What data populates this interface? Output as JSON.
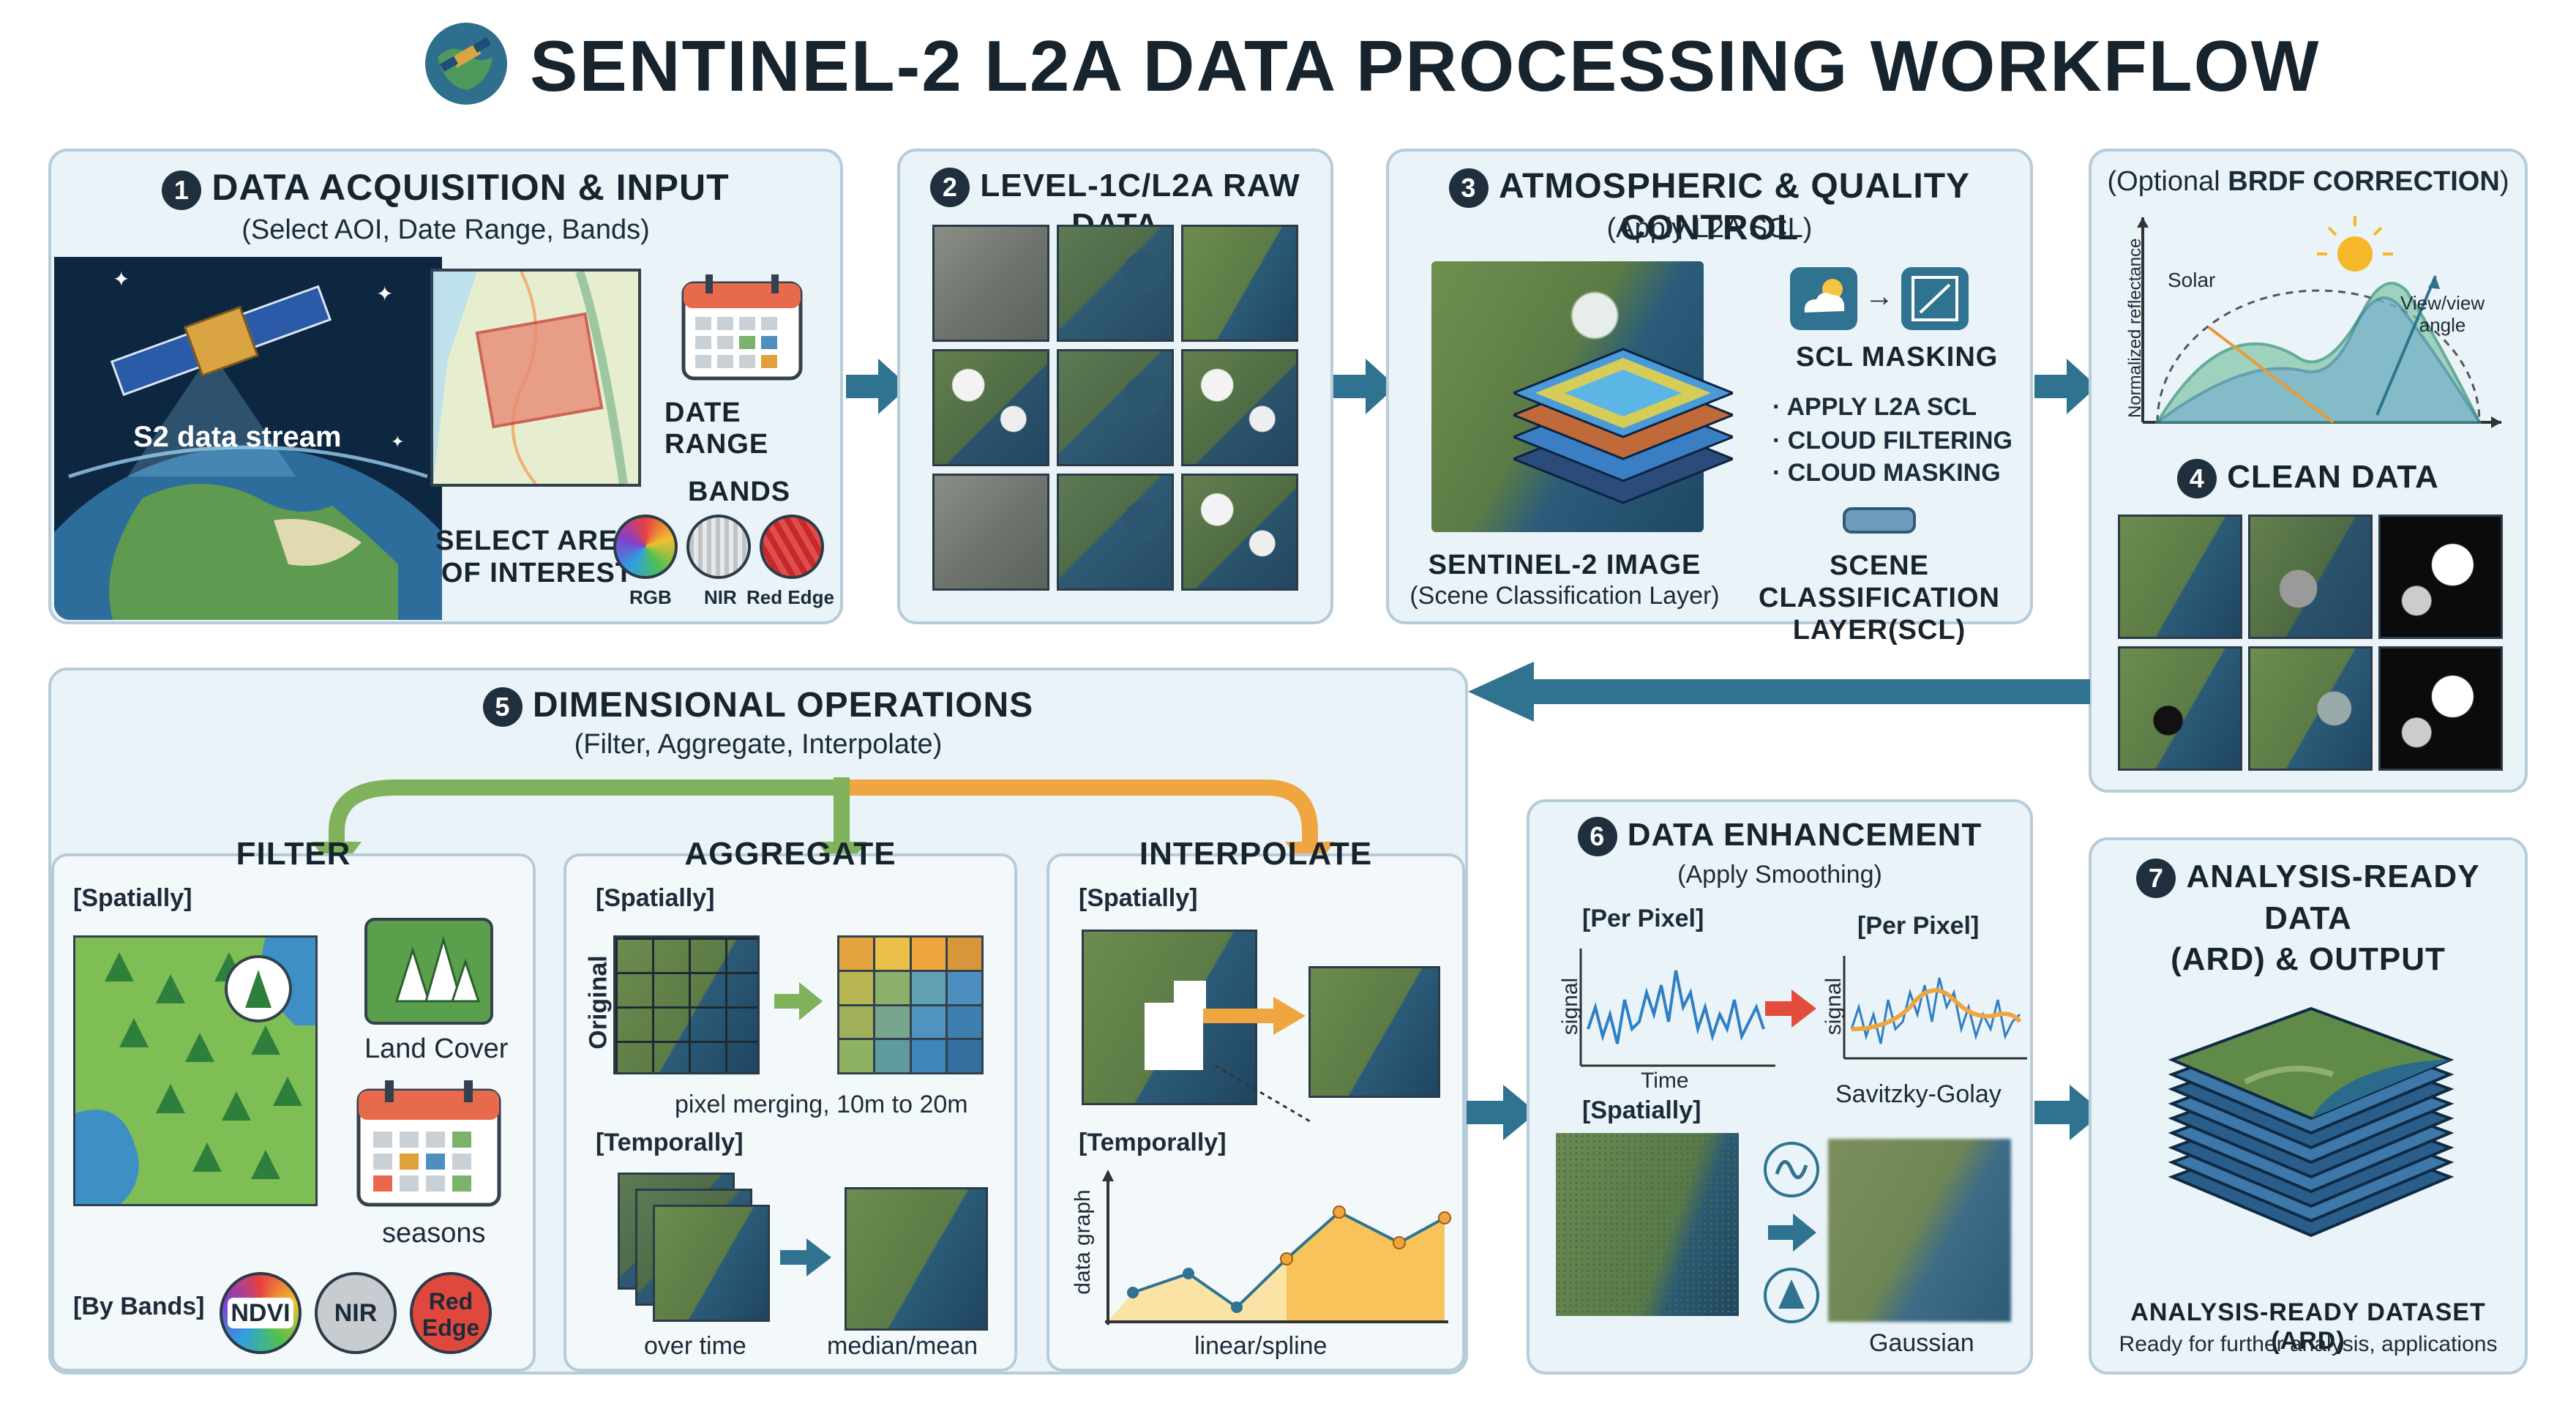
{
  "title": "SENTINEL-2 L2A DATA PROCESSING WORKFLOW",
  "step1": {
    "num": "1",
    "title": "DATA ACQUISITION & INPUT",
    "subtitle": "(Select AOI, Date Range, Bands)",
    "stream_label": "S2 data stream",
    "date_label": "DATE RANGE",
    "bands_label": "BANDS",
    "aoi_label_1": "SELECT AREA",
    "aoi_label_2": "OF INTEREST",
    "band_rgb": "RGB",
    "band_nir": "NIR",
    "band_re": "Red Edge"
  },
  "step2": {
    "num": "2",
    "title": "LEVEL-1C/L2A RAW DATA"
  },
  "step3": {
    "num": "3",
    "title": "ATMOSPHERIC & QUALITY CONTROL",
    "subtitle": "(Apply L2A SCL)",
    "masking_label": "SCL MASKING",
    "bullets": [
      "· APPLY L2A SCL",
      "· CLOUD FILTERING",
      "· CLOUD MASKING"
    ],
    "image_label": "SENTINEL-2 IMAGE",
    "image_sublabel": "(Scene Classification Layer)",
    "scl_label_1": "SCENE CLASSIFICATION",
    "scl_label_2": "LAYER(SCL)"
  },
  "brdf": {
    "title_prefix": "(Optional ",
    "title_bold": "BRDF CORRECTION",
    "title_suffix": ")",
    "ylabel": "Normalized reflectance",
    "solar": "Solar",
    "view_1": "View/view",
    "view_2": "angle"
  },
  "step4": {
    "num": "4",
    "title": "CLEAN DATA"
  },
  "step5": {
    "num": "5",
    "title": "DIMENSIONAL OPERATIONS",
    "subtitle": "(Filter, Aggregate, Interpolate)",
    "filter": {
      "title": "FILTER",
      "spatially": "[Spatially]",
      "land_cover": "Land Cover",
      "seasons": "seasons",
      "by_bands": "[By Bands]",
      "ndvi": "NDVI",
      "nir": "NIR",
      "red_edge_1": "Red",
      "red_edge_2": "Edge"
    },
    "aggregate": {
      "title": "AGGREGATE",
      "spatially": "[Spatially]",
      "original": "Original",
      "pixel_merging": "pixel merging, 10m to 20m",
      "temporally": "[Temporally]",
      "over_time": "over time",
      "median_mean": "median/mean"
    },
    "interpolate": {
      "title": "INTERPOLATE",
      "spatially": "[Spatially]",
      "temporally": "[Temporally]",
      "ylabel": "data graph",
      "xlabel": "linear/spline"
    }
  },
  "step6": {
    "num": "6",
    "title": "DATA ENHANCEMENT",
    "subtitle": "(Apply Smoothing)",
    "per_pixel_1": "[Per Pixel]",
    "per_pixel_2": "[Per Pixel]",
    "signal_1": "signal",
    "signal_2": "signal",
    "time": "Time",
    "savgol": "Savitzky-Golay",
    "spatially": "[Spatially]",
    "gaussian": "Gaussian"
  },
  "step7": {
    "num": "7",
    "title_1": "ANALYSIS-READY DATA",
    "title_2": "(ARD) & OUTPUT",
    "dataset_label": "ANALYSIS-READY DATASET (ARD)",
    "dataset_sub": "Ready for further analysis, applications"
  },
  "colors": {
    "panel_bg": "#eaf3f8",
    "panel_border": "#b7ccd9",
    "flow_arrow": "#2f7390",
    "filter_arrow": "#7fb25a",
    "interp_arrow": "#f0a640"
  }
}
